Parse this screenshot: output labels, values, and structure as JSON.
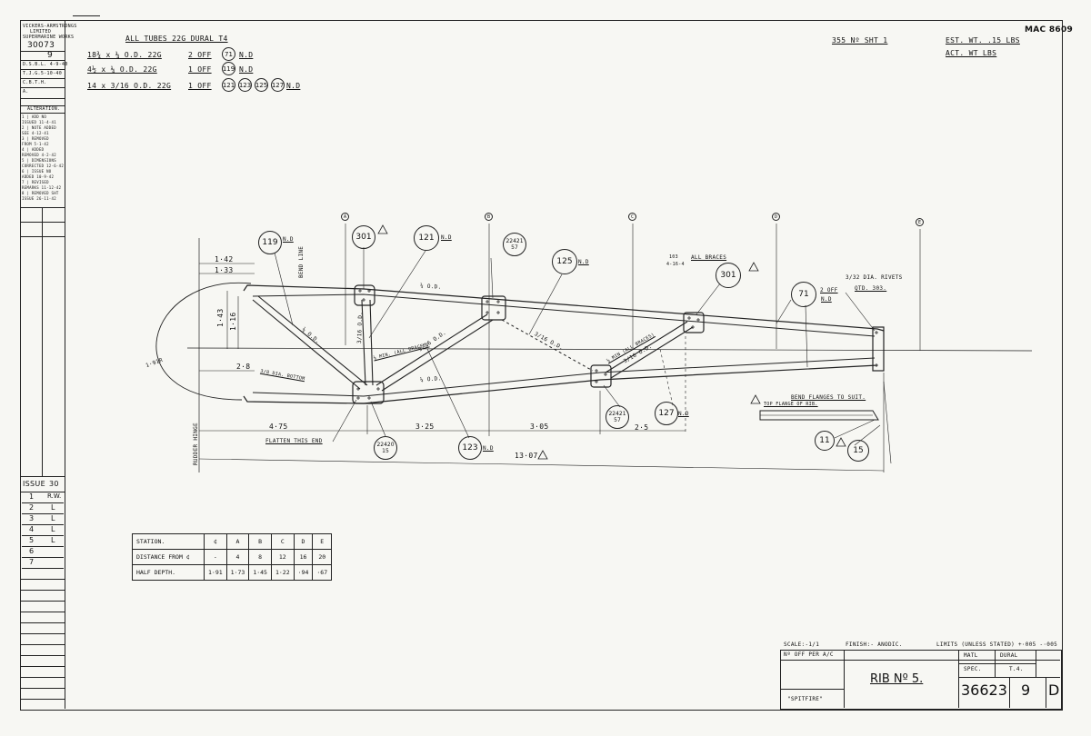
{
  "header": {
    "drawing_ref": "MAC 8609",
    "sheet_ref": "355 Nº SHT 1",
    "est_wt": "EST. WT. .15 LBS",
    "act_wt": "ACT. WT LBS",
    "tubes_title": "ALL TUBES 22G DURAL T4",
    "tube_rows": [
      {
        "spec": "18¾ x ¼ O.D. 22G",
        "qty": "2 OFF",
        "parts": [
          "71"
        ],
        "suffix": "N.D"
      },
      {
        "spec": "4½ x ¼ O.D. 22G",
        "qty": "1 OFF",
        "parts": [
          "119"
        ],
        "suffix": "N.D"
      },
      {
        "spec": "14 x 3/16 O.D. 22G",
        "qty": "1 OFF",
        "parts": [
          "121",
          "123",
          "125",
          "127"
        ],
        "suffix": "N.D"
      }
    ]
  },
  "left_strip": {
    "company": [
      "VICKERS-ARMSTRONGS",
      "LIMITED",
      "SUPERMARINE WORKS"
    ],
    "drawing_no": "30073",
    "mark": "9",
    "drawn": "D.S.B.L. 4-9-40",
    "traced": "T.J.G.5-10-40",
    "checked": "C.B.T.H.",
    "approved": "A.",
    "alteration_title": "ALTERATION.",
    "alterations": [
      "1 | ADD NO",
      "ISSUED 11-4-41",
      "2 | NOTE ADDED",
      "SEE 4-12-41",
      "3 | REMOVED",
      "FROM 5-1-42",
      "4 | ADDED",
      "REMOVED 4-2-42",
      "5 | DIMENSIONS",
      "CORRECTED 12-6-42",
      "6 | ISSUE NO",
      "ADDED 10-9-42",
      "7 | REVISED",
      "REMARKS 11-12-42",
      "8 | REMOVED SHT",
      "ISSUE 26-11-42"
    ],
    "issue_label": "ISSUE",
    "issue_sub": "30",
    "issues": [
      {
        "no": "1",
        "init": "R.W."
      },
      {
        "no": "2",
        "init": "L"
      },
      {
        "no": "3",
        "init": "L"
      },
      {
        "no": "4",
        "init": "L"
      },
      {
        "no": "5",
        "init": "L"
      },
      {
        "no": "6",
        "init": ""
      },
      {
        "no": "7",
        "init": ""
      }
    ]
  },
  "drawing": {
    "stations": [
      "A",
      "B",
      "C",
      "D",
      "E"
    ],
    "callouts": {
      "p119": "119",
      "p119_nd": "N.D",
      "p301a": "301",
      "p121": "121",
      "p121_nd": "N.D",
      "p22421a": "22421",
      "p22421a_sub": "57",
      "p125": "125",
      "p125_nd": "N.D",
      "p103": "103",
      "p103_sub": "4-16-4",
      "all_braces": "ALL BRACES",
      "p301b": "301",
      "p71": "71",
      "p71_qty": "2 OFF",
      "p71_nd": "N.D",
      "rivets": "3/32 DIA. RIVETS",
      "rivets2": "QTD. 303.",
      "p22421b": "22421",
      "p22421b_sub": "57",
      "p127": "127",
      "p127_nd": "N.D",
      "p123": "123",
      "p123_nd": "N.D",
      "p22420": "22420",
      "p22420_sub": "15",
      "p11": "11",
      "p15": "15",
      "bend_flanges": "BEND FLANGES TO SUIT.",
      "top_flange": "TOP FLANGE OF RIB.",
      "flatten": "FLATTEN THIS END",
      "rudder_hinge": "RUDDER HINGE",
      "bend_line": "BEND LINE"
    },
    "dims": {
      "d142": "1·42",
      "d133": "1·33",
      "d143": "1·43",
      "d116": "1·16",
      "d191": "1·91R",
      "d28": "2·8",
      "d475": "4·75",
      "d325": "3·25",
      "d305": "3·05",
      "d25": "2·5",
      "d1307": "13·07",
      "t_top": "¼ O.D.",
      "t_bot": "¼ O.D.",
      "t_119": "¼ O.D.",
      "t_121": "3/16 O.D.",
      "t_123": "3/16 O.D.",
      "t_125": "3/16 O.D.",
      "t_127": "3/16 O.D.",
      "min_braces": "⅛ MIN. (ALL BRACES)",
      "min_braces2": "⅛ MIN (ALL BRACES)",
      "dia_bottom": "3/8 DIA. BOTTOM"
    }
  },
  "station_table": {
    "rows": [
      {
        "label": "STATION.",
        "cells": [
          "¢",
          "A",
          "B",
          "C",
          "D",
          "E"
        ]
      },
      {
        "label": "DISTANCE FROM ¢",
        "cells": [
          "-",
          "4",
          "8",
          "12",
          "16",
          "20"
        ]
      },
      {
        "label": "HALF DEPTH.",
        "cells": [
          "1·91",
          "1·73",
          "1·45",
          "1·22",
          "·94",
          "·67"
        ]
      }
    ]
  },
  "title_block": {
    "scale": "SCALE:-1/1",
    "finish": "FINISH:- ANODIC.",
    "limits": "LIMITS (UNLESS STATED) +·005 -·005",
    "no_off": "Nº OFF PER A/C",
    "mat_label": "MATL",
    "mat_value": "DURAL",
    "spec_label": "SPEC.",
    "spec_value": "T.4.",
    "aircraft": "\"SPITFIRE\"",
    "title": "RIB Nº 5.",
    "drawing_no": "36623",
    "sheet": "9",
    "size": "D"
  }
}
